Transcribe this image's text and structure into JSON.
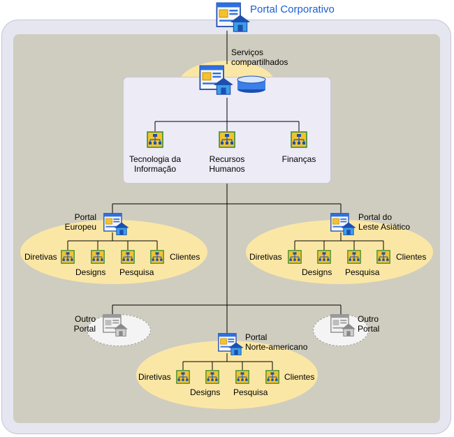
{
  "title": "Portal Corporativo",
  "shared_services": {
    "label_line1": "Serviços",
    "label_line2": "compartilhados",
    "departments": [
      {
        "line1": "Tecnologia da",
        "line2": "Informação"
      },
      {
        "line1": "Recursos",
        "line2": "Humanos"
      },
      {
        "line1": "Finanças",
        "line2": ""
      }
    ]
  },
  "portals": {
    "europe": {
      "line1": "Portal",
      "line2": "Europeu"
    },
    "east_asia": {
      "line1": "Portal do",
      "line2": "Leste Asiático"
    },
    "north_america": {
      "line1": "Portal",
      "line2": "Norte-americano"
    },
    "other_left": {
      "line1": "Outro",
      "line2": "Portal"
    },
    "other_right": {
      "line1": "Outro",
      "line2": "Portal"
    }
  },
  "subsites": [
    "Diretivas",
    "Designs",
    "Pesquisa",
    "Clientes"
  ],
  "colors": {
    "title": "#1a5fd3",
    "ellipse_fill": "#fbe7a5",
    "inner_area": "#cfcdbf",
    "outer_frame": "#e6e6f1"
  },
  "icons": {
    "portal": "portal-site-icon",
    "database": "database-icon",
    "site": "site-hierarchy-icon",
    "inactive_portal": "inactive-portal-icon"
  }
}
